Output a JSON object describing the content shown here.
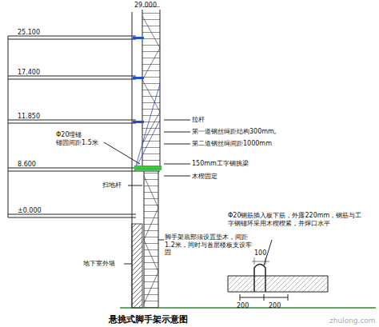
{
  "diagram": {
    "title": "悬挑式脚手架示意图",
    "labels": [
      "29.000",
      "25.100",
      "17.400",
      "11.850",
      "8.600",
      "±0.000",
      "Φ20埋锚",
      "锚固间距1.5米",
      "拉杆",
      "第一道钢丝绳距结构300mm,",
      "第二道钢丝绳间距1000mm",
      "150mm工字钢挑梁",
      "木楔固定",
      "扫地杆",
      "地下室外墙",
      "脚手架底部须设置垫木，间距1.2米，同时与首层楼板支设牢固",
      "Φ20钢筋插入板下筋，外露220mm，钢筋与工字钢锚环采用木楔楔紧，并焊口水平",
      "100",
      "200",
      "200",
      "zhulong.com"
    ]
  }
}
